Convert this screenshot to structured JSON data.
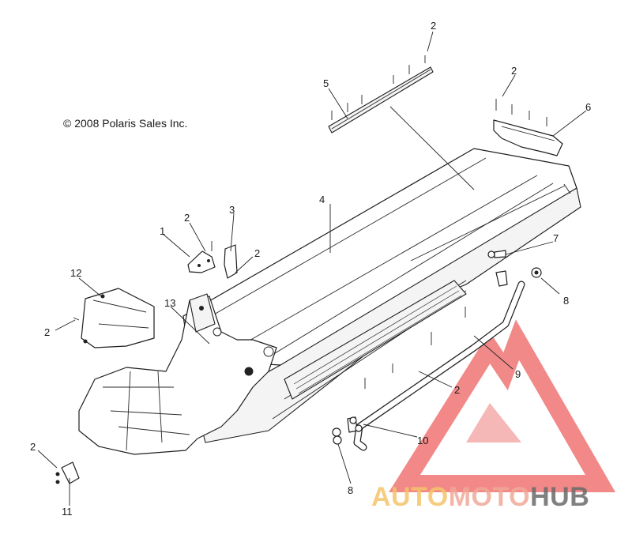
{
  "copyright": "© 2008 Polaris Sales Inc.",
  "callouts": [
    {
      "id": "c1",
      "label": "1"
    },
    {
      "id": "c2a",
      "label": "2"
    },
    {
      "id": "c3",
      "label": "3"
    },
    {
      "id": "c2b",
      "label": "2"
    },
    {
      "id": "c4",
      "label": "4"
    },
    {
      "id": "c5",
      "label": "5"
    },
    {
      "id": "c2c",
      "label": "2"
    },
    {
      "id": "c2d",
      "label": "2"
    },
    {
      "id": "c6",
      "label": "6"
    },
    {
      "id": "c7",
      "label": "7"
    },
    {
      "id": "c8a",
      "label": "8"
    },
    {
      "id": "c9",
      "label": "9"
    },
    {
      "id": "c2e",
      "label": "2"
    },
    {
      "id": "c10",
      "label": "10"
    },
    {
      "id": "c8b",
      "label": "8"
    },
    {
      "id": "c11",
      "label": "11"
    },
    {
      "id": "c2f",
      "label": "2"
    },
    {
      "id": "c12",
      "label": "12"
    },
    {
      "id": "c2g",
      "label": "2"
    },
    {
      "id": "c13",
      "label": "13"
    }
  ],
  "watermark": {
    "part1": "AUTO",
    "part2": "MOTO",
    "part3": "HUB",
    "color_auto": "#f4c36a",
    "color_moto": "#f0a898",
    "color_hub": "#6a6a6a",
    "logo_color": "#ef6b6b"
  }
}
